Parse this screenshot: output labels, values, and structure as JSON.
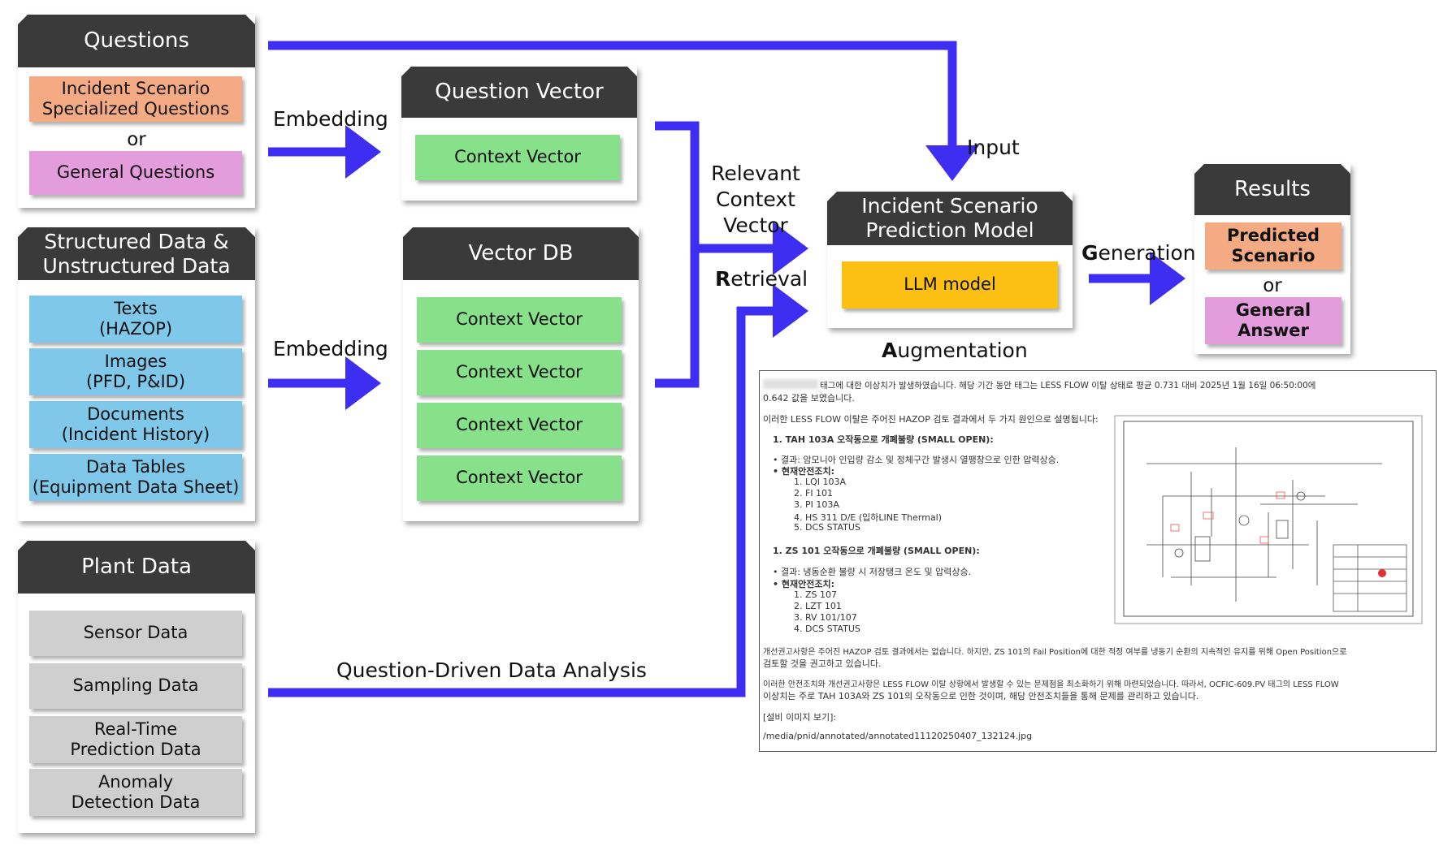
{
  "questions": {
    "title": "Questions",
    "incident": "Incident Scenario Specialized Questions",
    "or": "or",
    "general": "General Questions"
  },
  "structured": {
    "title": "Structured Data & Unstructured Data",
    "items": [
      {
        "line1": "Texts",
        "line2": "(HAZOP)"
      },
      {
        "line1": "Images",
        "line2": "(PFD, P&ID)"
      },
      {
        "line1": "Documents",
        "line2": "(Incident History)"
      },
      {
        "line1": "Data Tables",
        "line2": "(Equipment Data Sheet)"
      }
    ]
  },
  "plant": {
    "title": "Plant Data",
    "items": [
      {
        "line1": "Sensor Data",
        "line2": ""
      },
      {
        "line1": "Sampling Data",
        "line2": ""
      },
      {
        "line1": "Real-Time",
        "line2": "Prediction Data"
      },
      {
        "line1": "Anomaly",
        "line2": "Detection Data"
      }
    ]
  },
  "question_vector": {
    "title": "Question Vector",
    "item": "Context Vector"
  },
  "vector_db": {
    "title": "Vector DB",
    "items": [
      "Context Vector",
      "Context Vector",
      "Context Vector",
      "Context Vector"
    ]
  },
  "model": {
    "title_line1": "Incident Scenario",
    "title_line2": "Prediction Model",
    "llm": "LLM model"
  },
  "results": {
    "title": "Results",
    "predicted": "Predicted Scenario",
    "or": "or",
    "general": "General Answer"
  },
  "labels": {
    "embedding1": "Embedding",
    "embedding2": "Embedding",
    "input": "Input",
    "relevant_line1": "Relevant",
    "relevant_line2": "Context",
    "relevant_line3": "Vector",
    "retrieval_first": "R",
    "retrieval_rest": "etrieval",
    "generation_first": "G",
    "generation_rest": "eneration",
    "augmentation_first": "A",
    "augmentation_rest": "ugmentation",
    "question_driven": "Question-Driven Data Analysis"
  },
  "colors": {
    "arrow": "#3d2ef2",
    "header": "#3a3a3a"
  },
  "document": {
    "lines": [
      "태그에 대한 이상치가 발생하였습니다. 해당 기간 동안 태그는 LESS FLOW 이탈 상태로 평균 0.731 대비 2025년 1월 16일 06:50:00에",
      "0.642 값을 보였습니다.",
      "이러한 LESS FLOW 이탈은 주어진 HAZOP 검토 결과에서 두 가지 원인으로 설명됩니다:",
      "1. TAH 103A 오작동으로 개폐불량 (SMALL OPEN):",
      "• 결과: 암모니아 인입량 감소 및 정체구간 발생시 열팽창으로 인한 압력상승.",
      "• 현재안전조치:",
      "1. LQI 103A",
      "2. FI 101",
      "3. PI 103A",
      "4. HS 311 D/E (입하LINE Thermal)",
      "5. DCS STATUS",
      "1. ZS 101 오작동으로 개폐불량 (SMALL OPEN):",
      "• 결과: 냉동순환 불량 시 저장탱크 온도 및 압력상승.",
      "• 현재안전조치:",
      "1. ZS 107",
      "2. LZT 101",
      "3. RV 101/107",
      "4. DCS STATUS",
      "개선권고사항은 주어진 HAZOP 검토 결과에서는 없습니다. 하지만, ZS 101의 Fail Position에 대한 적정 여부를 냉동기 순환의 지속적인 유지를 위해 Open Position으로",
      "검토할 것을 권고하고 있습니다.",
      "이러한 안전조치와 개선권고사항은 LESS FLOW 이탈 상황에서 발생할 수 있는 문제점을 최소화하기 위해 마련되었습니다. 따라서, OCFIC-609.PV 태그의 LESS FLOW",
      "이상치는 주로 TAH 103A와 ZS 101의 오작동으로 인한 것이며, 해당 안전조치들을 통해 문제를 관리하고 있습니다.",
      "[설비 이미지 보기]:",
      "/media/pnid/annotated/annotated11120250407_132124.jpg"
    ]
  }
}
